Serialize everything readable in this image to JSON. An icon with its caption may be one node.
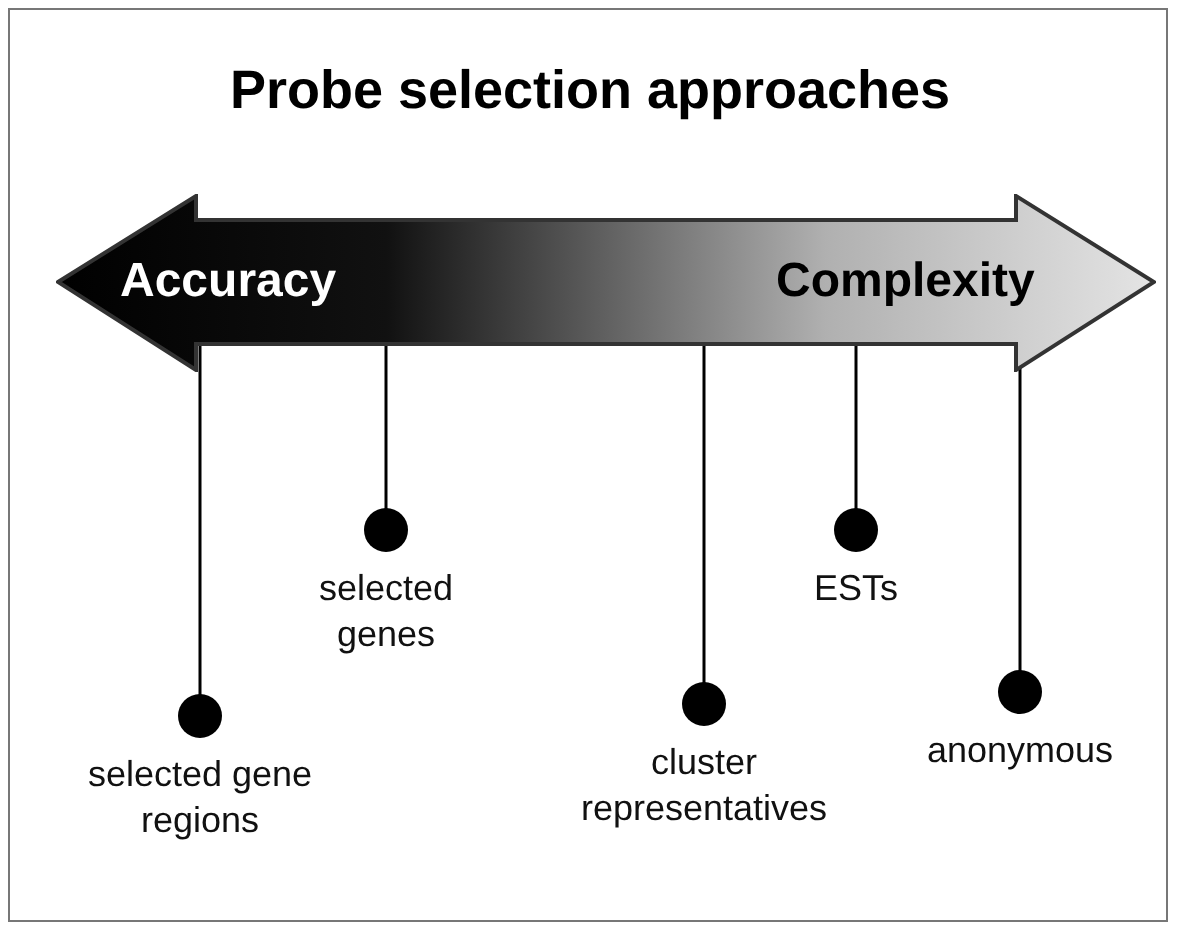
{
  "diagram": {
    "title": "Probe selection approaches",
    "nodes": [
      {
        "text": [
          "Accuracy",
          "Complexity"
        ]
      },
      {
        "text": [
          "selected gene regions"
        ]
      },
      {
        "text": [
          "selected genes"
        ]
      },
      {
        "text": [
          "cluster representatives"
        ]
      },
      {
        "text": [
          "ESTs"
        ]
      },
      {
        "text": [
          "anonymous"
        ]
      }
    ],
    "edges": [
      {
        "from": 1,
        "to": 0,
        "arrow": "other"
      },
      {
        "from": 2,
        "to": 0,
        "arrow": "other"
      },
      {
        "from": 3,
        "to": 0,
        "arrow": "other"
      },
      {
        "from": 4,
        "to": 0,
        "arrow": "other"
      },
      {
        "from": 5,
        "to": 0,
        "arrow": "other"
      }
    ]
  }
}
